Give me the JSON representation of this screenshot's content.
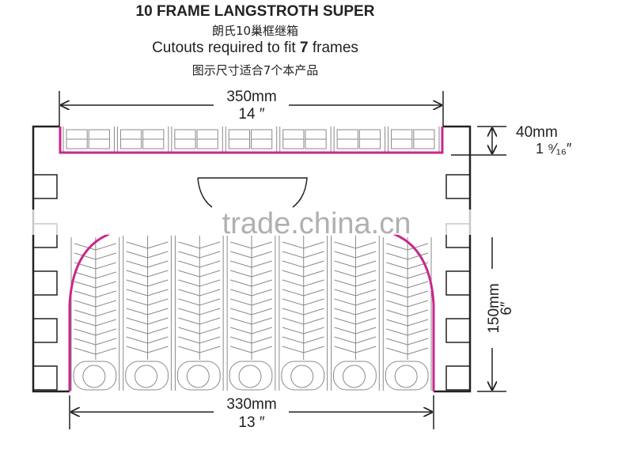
{
  "title": "10 FRAME LANGSTROTH SUPER",
  "title_cn": "朗氏10巢框继箱",
  "subtitle_prefix": "Cutouts required to fit ",
  "subtitle_count": "7",
  "subtitle_suffix": " frames",
  "subtitle_cn": "图示尺寸适合7个本产品",
  "frame_count": 7,
  "dimensions": {
    "top_width_mm": "350mm",
    "top_width_in": "14  ″",
    "top_height_mm": "40mm",
    "top_height_in": "1 ⁹⁄₁₆″",
    "bottom_height_mm": "150mm",
    "bottom_height_in": "6″",
    "bottom_width_mm": "330mm",
    "bottom_width_in": "13  ″"
  },
  "watermark": "trade.china.cn",
  "colors": {
    "accent": "#c8288c",
    "line": "#222222",
    "frame": "#8a8a8a",
    "watermark": "#b0b0b0"
  }
}
